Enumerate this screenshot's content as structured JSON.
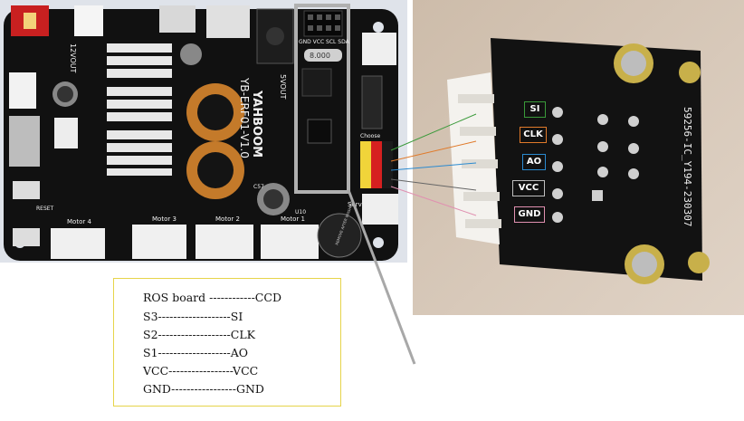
{
  "board": {
    "brand": "YAHBOOM",
    "model": "YB-ERF01-V1.0",
    "header_label": "GND VCC SCL SDA",
    "voltage_left": "12VOUT",
    "voltage_right": "5VOUT",
    "crystal": "8.000",
    "servo_label": "Servo",
    "choose_label": "Choose",
    "motor_labels": [
      "Motor 4",
      "Motor 3",
      "Motor 2",
      "Motor 1"
    ],
    "reset_label": "RESET",
    "buzzer_label": "REMOVE AFTER WASHING",
    "u10_label": "U10",
    "c57_label": "C57"
  },
  "sensor": {
    "pins": [
      "SI",
      "CLK",
      "AO",
      "VCC",
      "GND"
    ],
    "silkscreen": "59256-IC_Y194-230307"
  },
  "legend": {
    "rows": [
      "ROS board ------------CCD",
      "S3-------------------SI",
      "S2-------------------CLK",
      "S1-------------------AO",
      "VCC-----------------VCC",
      "GND-----------------GND"
    ]
  },
  "colors": {
    "board_pcb": "#111111",
    "sensor_pcb": "#121212",
    "legend_border": "#e6d44a",
    "wire_si": "#3a9a3a",
    "wire_clk": "#e07a2a",
    "wire_ao": "#2a8ad0",
    "wire_vcc": "#666666",
    "wire_gnd": "#e090b0",
    "pointer_line": "#a8a8a8",
    "highlight_box": "#b0b0b0"
  }
}
